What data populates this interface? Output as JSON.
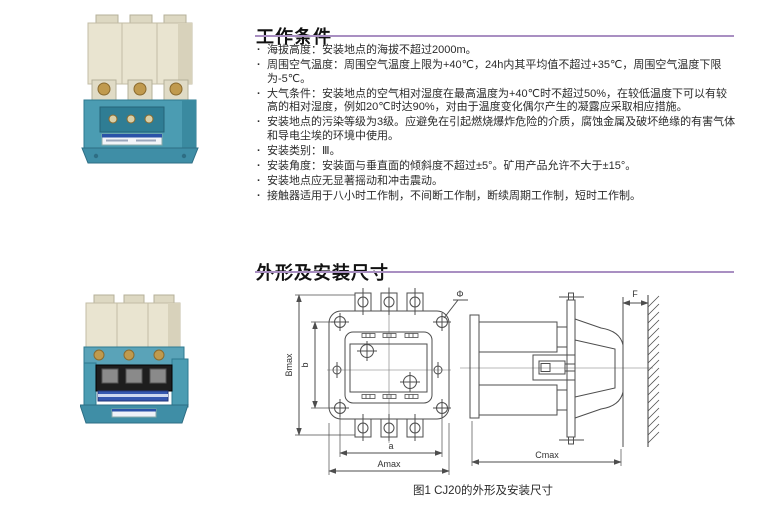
{
  "doc": {
    "section1": {
      "title": "工作条件",
      "bullets": [
        "海拔高度：安装地点的海拔不超过2000m。",
        "周围空气温度：周围空气温度上限为+40℃，24h内其平均值不超过+35℃，周围空气温度下限为-5℃。",
        "大气条件：安装地点的空气相对湿度在最高温度为+40℃时不超过50%，在较低温度下可以有较高的相对湿度，例如20℃时达90%，对由于温度变化偶尔产生的凝露应采取相应措施。",
        "安装地点的污染等级为3级。应避免在引起燃烧爆炸危险的介质，腐蚀金属及破坏绝缘的有害气体和导电尘埃的环境中使用。",
        "安装类别：Ⅲ。",
        "安装角度：安装面与垂直面的倾斜度不超过±5°。矿用产品允许不大于±15°。",
        "安装地点应无显著摇动和冲击震动。",
        "接触器适用于八小时工作制，不间断工作制，断续周期工作制，短时工作制。"
      ]
    },
    "section2": {
      "title": "外形及安装尺寸",
      "caption": "图1 CJ20的外形及安装尺寸",
      "labels": {
        "bmax": "Bmax",
        "b": "b",
        "a": "a",
        "amax": "Amax",
        "phi": "Φ",
        "f": "F",
        "cmax": "Cmax"
      }
    },
    "colors": {
      "accent_rule": "#a98fc2",
      "text": "#2b2b2b",
      "drawing_line": "#4d4d4d",
      "photo_teal": "#4b9cb2",
      "photo_cream": "#e9e4d0"
    }
  }
}
